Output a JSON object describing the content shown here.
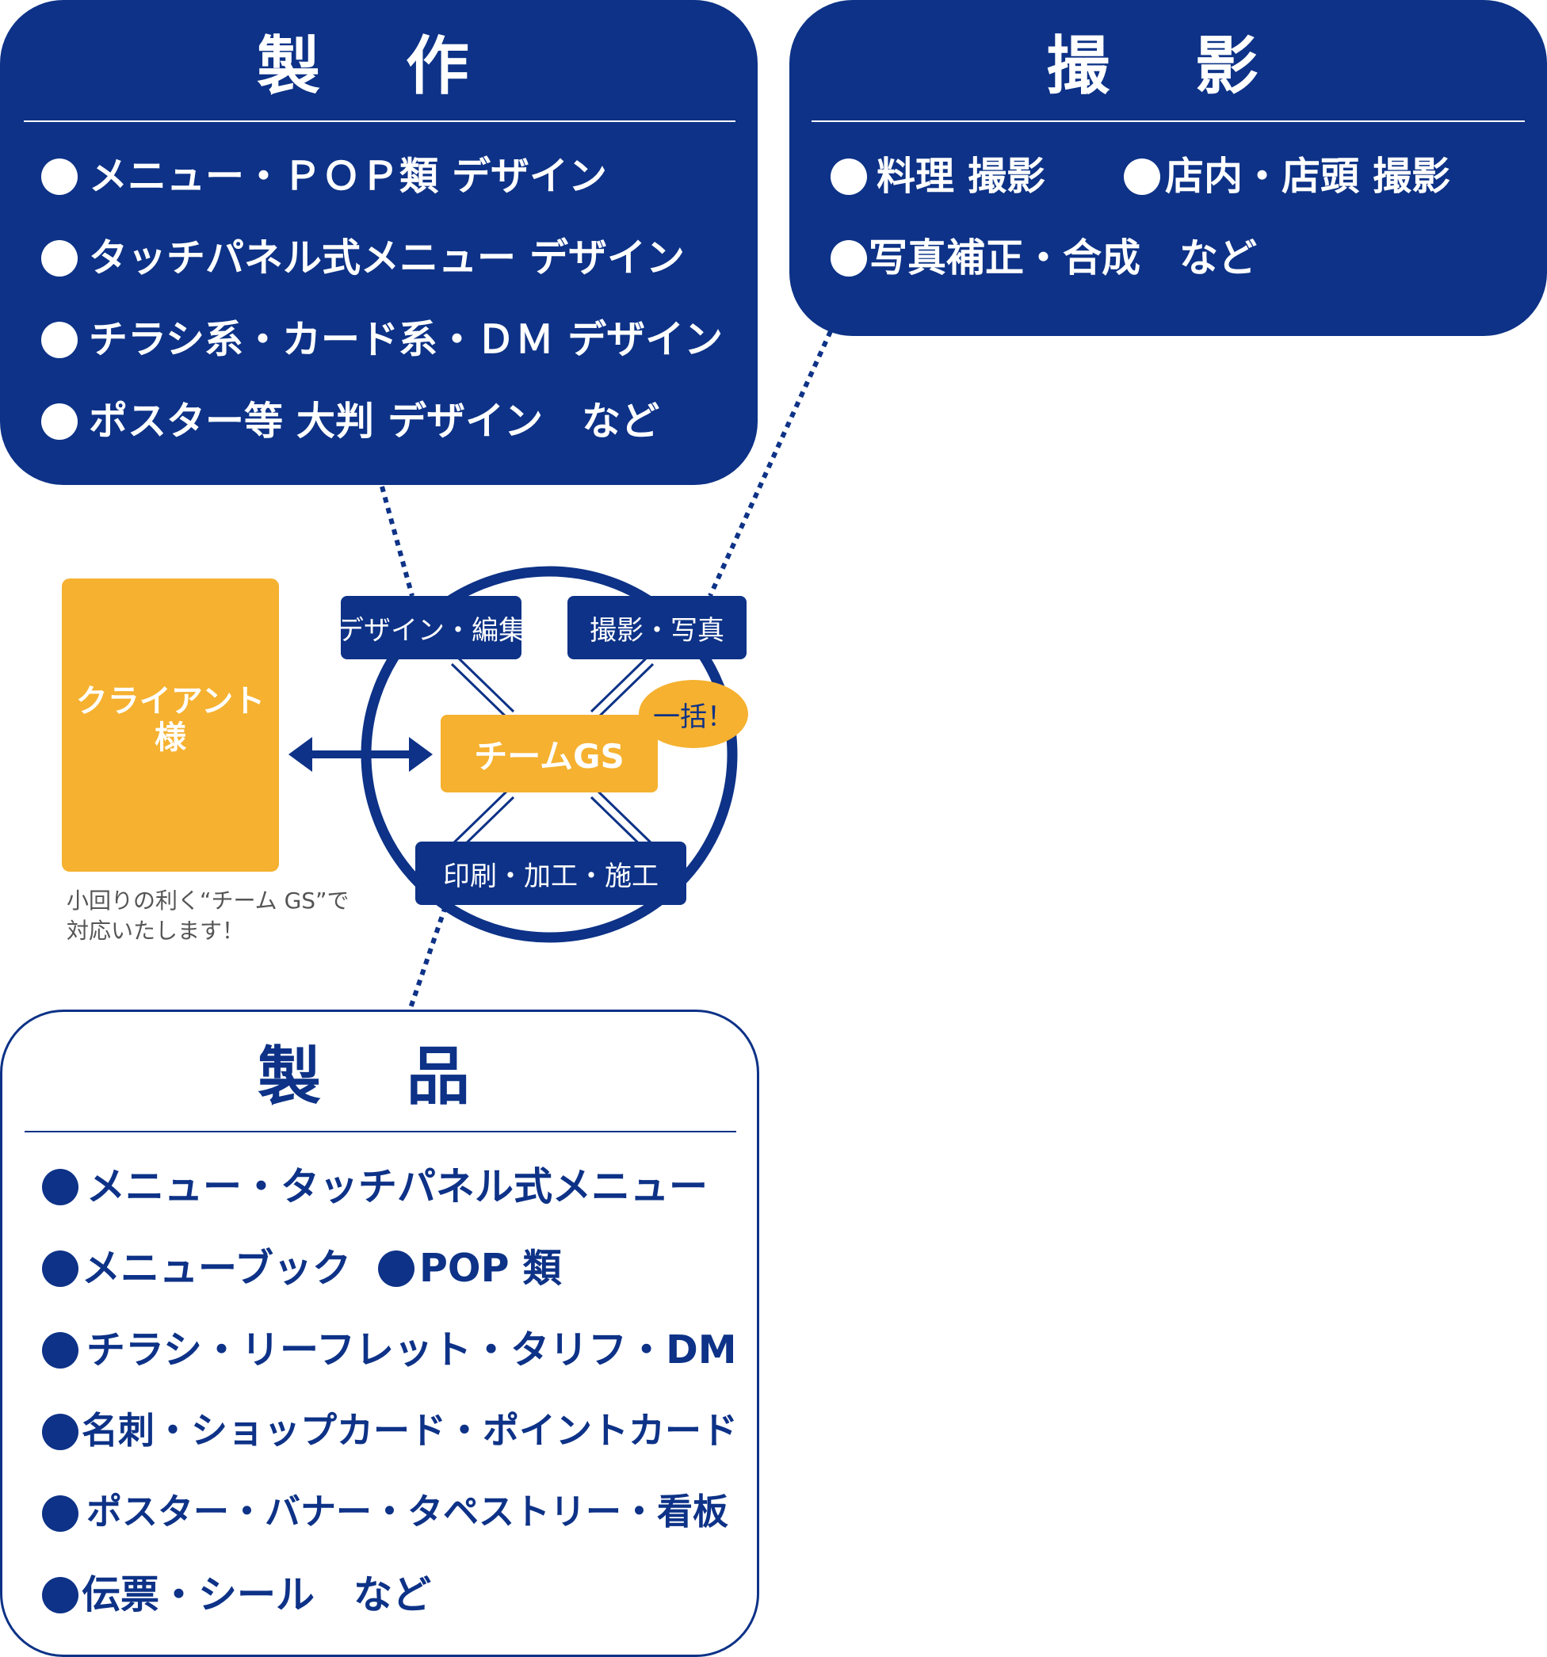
{
  "colors": {
    "navy": "#0d3287",
    "orange": "#f5b12f",
    "white": "#ffffff",
    "note_gray": "#555555"
  },
  "production": {
    "title": "製 作",
    "items": [
      "メニュー・ＰＯＰ類 デザイン",
      "タッチパネル式メニュー デザイン",
      "チラシ系・カード系・ＤＭ デザイン",
      "ポスター等 大判 デザイン　など"
    ]
  },
  "photography": {
    "title": "撮 影",
    "items": [
      "料理 撮影",
      "店内・店頭 撮影",
      "写真補正・合成　など"
    ]
  },
  "products": {
    "title": "製 品",
    "items": [
      "メニュー・タッチパネル式メニュー",
      "メニューブック",
      "POP 類",
      "チラシ・リーフレット・タリフ・DM",
      "名刺・ショップカード・ポイントカード",
      "ポスター・バナー・タペストリー・看板",
      "伝票・シール　など"
    ]
  },
  "hub": {
    "client": [
      "クライアント",
      "様"
    ],
    "team": "チームGS",
    "bubble": "一括！",
    "tags": {
      "design": "デザイン・編集",
      "photo": "撮影・写真",
      "print": "印刷・加工・施工"
    },
    "note": [
      "小回りの利く“チーム GS”で",
      "対応いたします！"
    ]
  }
}
